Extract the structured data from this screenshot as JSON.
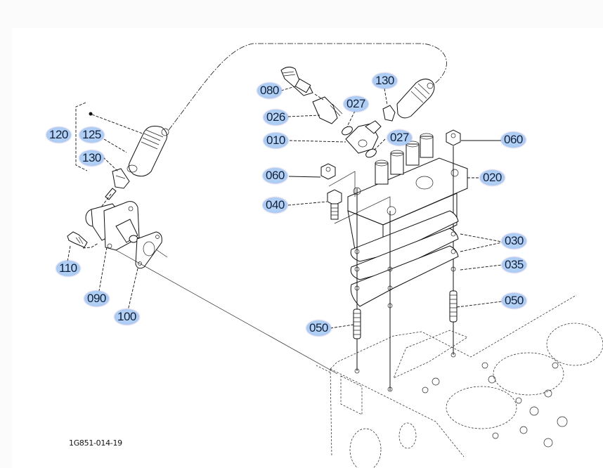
{
  "diagram": {
    "title": "Injection Pump Exploded Parts Diagram",
    "figure_code": "1G851-014-19",
    "accent_color": "#aecdf4",
    "callouts": [
      {
        "id": "c120",
        "label": "120"
      },
      {
        "id": "c125",
        "label": "125"
      },
      {
        "id": "c130a",
        "label": "130"
      },
      {
        "id": "c080",
        "label": "080"
      },
      {
        "id": "c130b",
        "label": "130"
      },
      {
        "id": "c026",
        "label": "026"
      },
      {
        "id": "c027a",
        "label": "027"
      },
      {
        "id": "c010",
        "label": "010"
      },
      {
        "id": "c027b",
        "label": "027"
      },
      {
        "id": "c060a",
        "label": "060"
      },
      {
        "id": "c060b",
        "label": "060"
      },
      {
        "id": "c020",
        "label": "020"
      },
      {
        "id": "c040",
        "label": "040"
      },
      {
        "id": "c030",
        "label": "030"
      },
      {
        "id": "c035",
        "label": "035"
      },
      {
        "id": "c050a",
        "label": "050"
      },
      {
        "id": "c050b",
        "label": "050"
      },
      {
        "id": "c110",
        "label": "110"
      },
      {
        "id": "c090",
        "label": "090"
      },
      {
        "id": "c100",
        "label": "100"
      }
    ]
  }
}
